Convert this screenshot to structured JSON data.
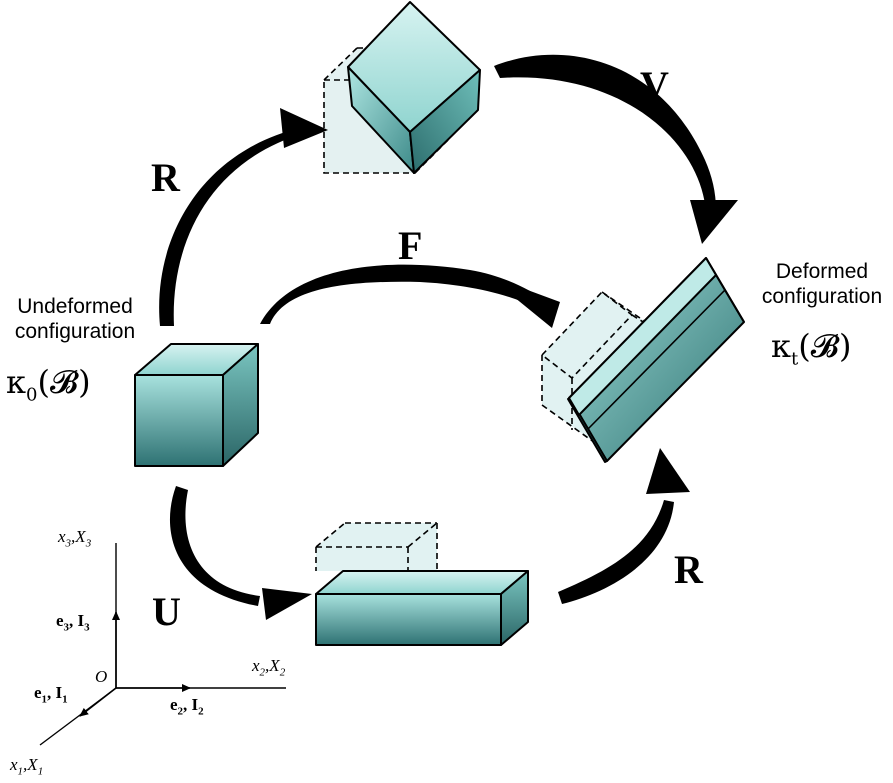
{
  "labels": {
    "undeformed_line1": "Undeformed",
    "undeformed_line2": "configuration",
    "kappa0_symbol": "κ",
    "kappa0_sub": "0",
    "kappa0_arg": "(𝓑)",
    "deformed_line1": "Deformed",
    "deformed_line2": "configuration",
    "kappat_symbol": "κ",
    "kappat_sub": "t",
    "kappat_arg": "(𝓑)",
    "op_R_upper": "R",
    "op_V": "V",
    "op_F": "F",
    "op_U": "U",
    "op_R_lower": "R"
  },
  "axes": {
    "x3": "x",
    "x3_sub": "3",
    "X3": "X",
    "X3_sub": "3",
    "x2": "x",
    "x2_sub": "2",
    "X2": "X",
    "X2_sub": "2",
    "x1": "x",
    "x1_sub": "1",
    "X1": "X",
    "X1_sub": "1",
    "origin": "O",
    "e3": "e",
    "e3_sub": "3",
    "I3": "I",
    "I3_sub": "3",
    "e2": "e",
    "e2_sub": "2",
    "I2": "I",
    "I2_sub": "2",
    "e1": "e",
    "e1_sub": "1",
    "I1": "I",
    "I1_sub": "1"
  },
  "colors": {
    "box_face_top": "#9fe0dc",
    "box_face_bottom": "#2a6d70",
    "ghost_fill": "#d8eeee",
    "outline": "#000000"
  }
}
